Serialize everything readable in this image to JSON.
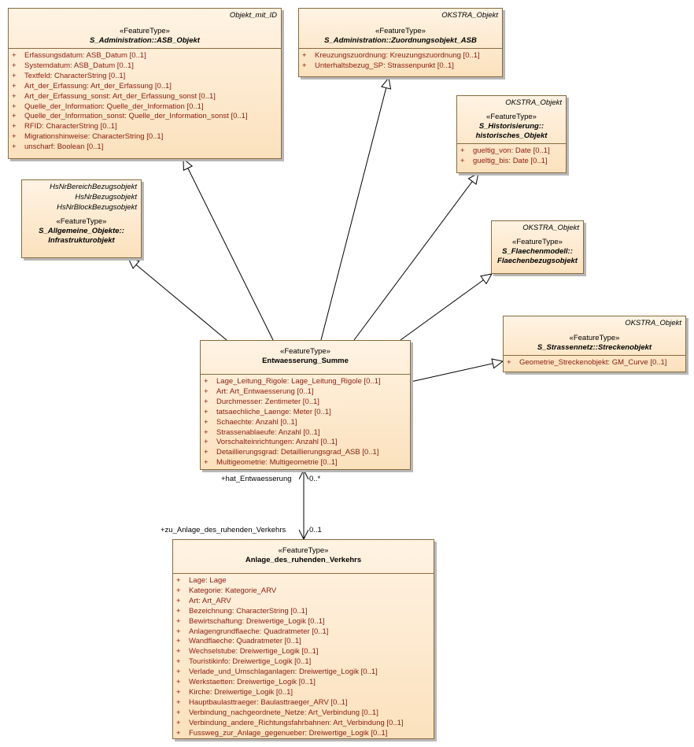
{
  "classes": {
    "asb_objekt": {
      "tags": [
        "Objekt_mit_ID"
      ],
      "stereotype": "«FeatureType»",
      "name": "S_Administration::ASB_Objekt",
      "attributes": [
        "Erfassungsdatum: ASB_Datum [0..1]",
        "Systemdatum: ASB_Datum [0..1]",
        "Textfeld: CharacterString [0..1]",
        "Art_der_Erfassung: Art_der_Erfassung [0..1]",
        "Art_der_Erfassung_sonst: Art_der_Erfassung_sonst [0..1]",
        "Quelle_der_Information: Quelle_der_Information [0..1]",
        "Quelle_der_Information_sonst: Quelle_der_Information_sonst [0..1]",
        "RFID: CharacterString [0..1]",
        "Migrationshinweise: CharacterString [0..1]",
        "unscharf: Boolean [0..1]"
      ]
    },
    "zuordnungsobjekt_asb": {
      "tags": [
        "OKSTRA_Objekt"
      ],
      "stereotype": "«FeatureType»",
      "name": "S_Administration::Zuordnungsobjekt_ASB",
      "attributes": [
        "Kreuzungszuordnung: Kreuzungszuordnung [0..1]",
        "Unterhaltsbezug_SP: Strassenpunkt [0..1]"
      ]
    },
    "historisches_objekt": {
      "tags": [
        "OKSTRA_Objekt"
      ],
      "stereotype": "«FeatureType»",
      "name_lines": [
        "S_Historisierung::",
        "historisches_Objekt"
      ],
      "attributes": [
        "gueltig_von: Date [0..1]",
        "gueltig_bis: Date [0..1]"
      ]
    },
    "infrastrukturobjekt": {
      "tags": [
        "HsNrBereichBezugsobjekt",
        "HsNrBezugsobjekt",
        "HsNrBlockBezugsobjekt"
      ],
      "stereotype": "«FeatureType»",
      "name_lines": [
        "S_Allgemeine_Objekte::",
        "Infrastrukturobjekt"
      ]
    },
    "flaechenbezugsobjekt": {
      "tags": [
        "OKSTRA_Objekt"
      ],
      "stereotype": "«FeatureType»",
      "name_lines": [
        "S_Flaechenmodell::",
        "Flaechenbezugsobjekt"
      ]
    },
    "streckenobjekt": {
      "tags": [
        "OKSTRA_Objekt"
      ],
      "stereotype": "«FeatureType»",
      "name": "S_Strassennetz::Streckenobjekt",
      "attributes": [
        "Geometrie_Streckenobjekt: GM_Curve [0..1]"
      ]
    },
    "entwaesserung_summe": {
      "stereotype": "«FeatureType»",
      "name": "Entwaesserung_Summe",
      "attributes": [
        "Lage_Leitung_Rigole: Lage_Leitung_Rigole [0..1]",
        "Art: Art_Entwaesserung [0..1]",
        "Durchmesser: Zentimeter [0..1]",
        "tatsaechliche_Laenge: Meter [0..1]",
        "Schaechte: Anzahl [0..1]",
        "Strassenablaeufe: Anzahl [0..1]",
        "Vorschalteinrichtungen: Anzahl [0..1]",
        "Detaillierungsgrad: Detaillierungsgrad_ASB [0..1]",
        "Multigeometrie: Multigeometrie [0..1]"
      ]
    },
    "anlage_ruhender_verkehr": {
      "stereotype": "«FeatureType»",
      "name": "Anlage_des_ruhenden_Verkehrs",
      "attributes": [
        "Lage: Lage",
        "Kategorie: Kategorie_ARV",
        "Art: Art_ARV",
        "Bezeichnung: CharacterString [0..1]",
        "Bewirtschaftung: Dreiwertige_Logik [0..1]",
        "Anlagengrundflaeche: Quadratmeter [0..1]",
        "Wandflaeche: Quadratmeter [0..1]",
        "Wechselstube: Dreiwertige_Logik [0..1]",
        "Touristikinfo: Dreiwertige_Logik [0..1]",
        "Verlade_und_Umschlaganlagen: Dreiwertige_Logik [0..1]",
        "Werkstaetten: Dreiwertige_Logik [0..1]",
        "Kirche: Dreiwertige_Logik [0..1]",
        "Hauptbaulasttraeger: Baulasttraeger_ARV [0..1]",
        "Verbindung_nachgeordnete_Netze: Art_Verbindung [0..1]",
        "Verbindung_andere_Richtungsfahrbahnen: Art_Verbindung [0..1]",
        "Fussweg_zur_Anlage_gegenueber: Dreiwertige_Logik [0..1]"
      ]
    }
  },
  "association": {
    "role_top": "+hat_Entwaesserung",
    "mult_top": "0..*",
    "role_bottom": "+zu_Anlage_des_ruhenden_Verkehrs",
    "mult_bottom": "0..1"
  },
  "visibility_symbol": "+"
}
